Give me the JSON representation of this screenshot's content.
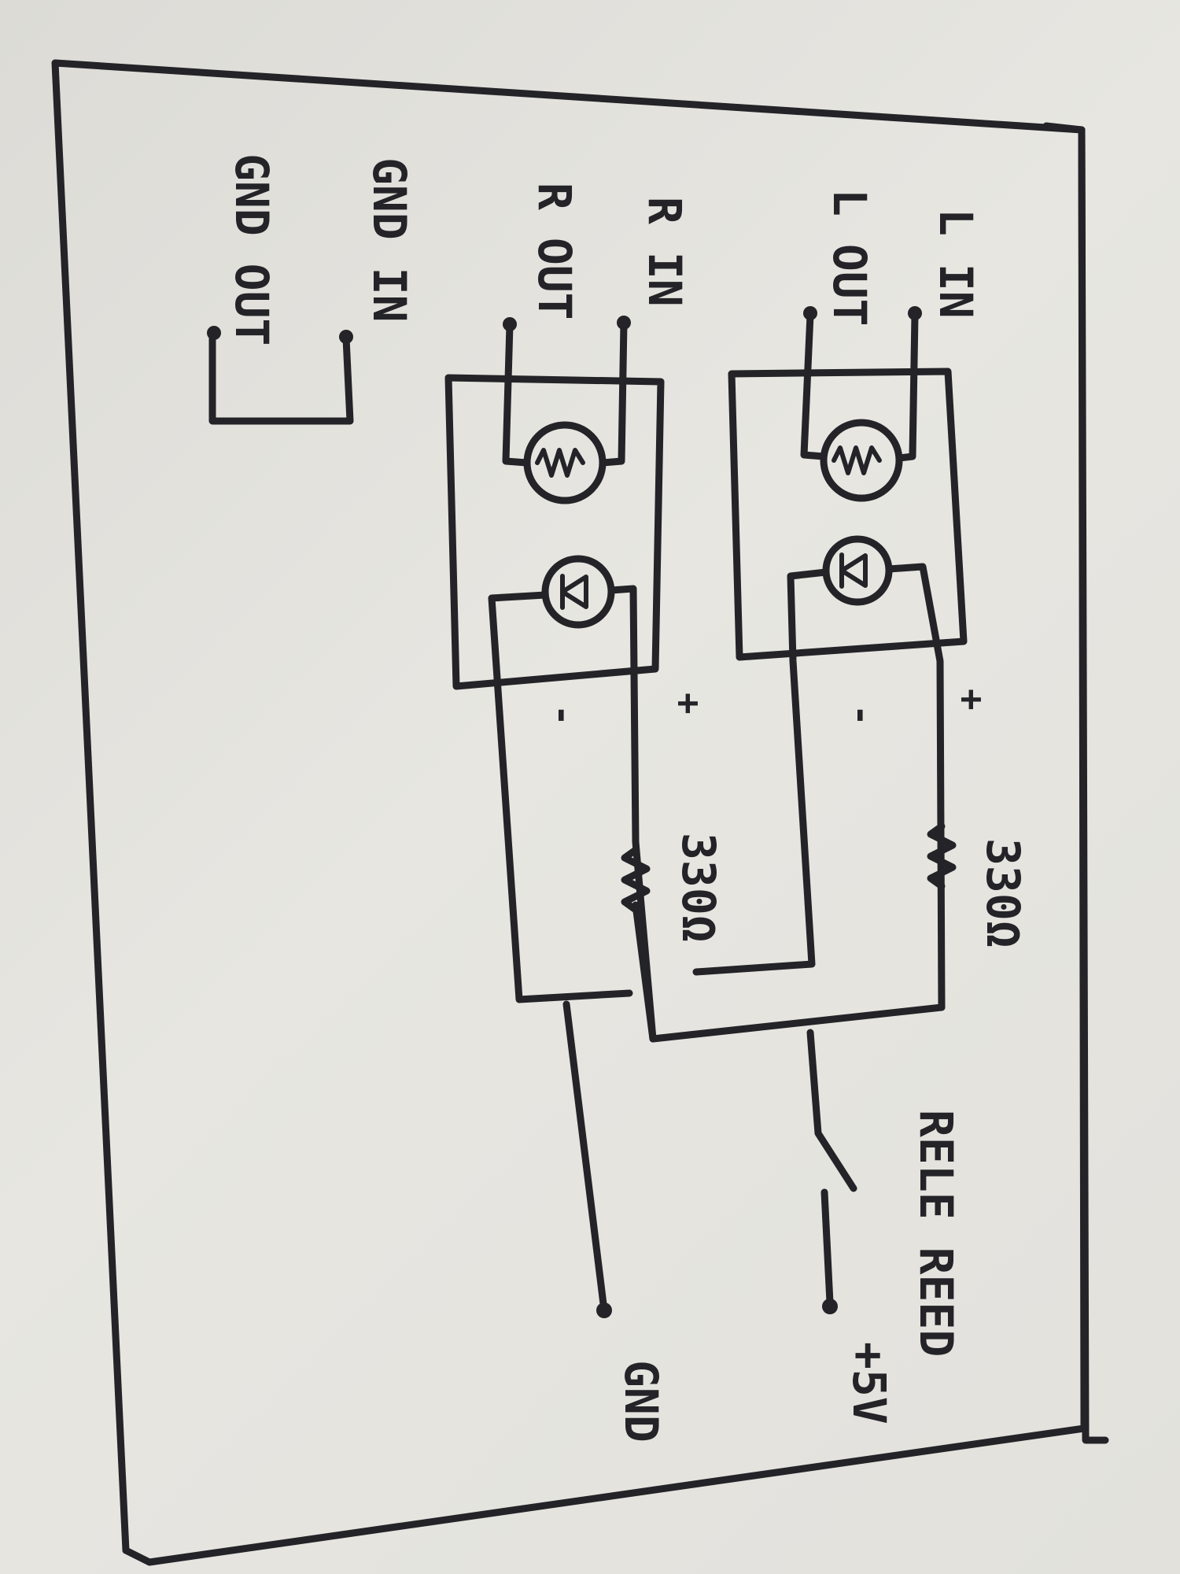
{
  "labels": {
    "l_in": "L IN",
    "l_out": "L OUT",
    "r_in": "R IN",
    "r_out": "R OUT",
    "gnd_in": "GND IN",
    "gnd_out": "GND OUT",
    "res_top": "330Ω",
    "res_bottom": "330Ω",
    "plus_top": "+",
    "minus_top": "-",
    "plus_bottom": "+",
    "minus_bottom": "-",
    "relay": "RELE REED",
    "plus5v": "+5V",
    "gnd": "GND"
  },
  "colors": {
    "ink": "#232328",
    "paper": "#e2e1dc"
  }
}
